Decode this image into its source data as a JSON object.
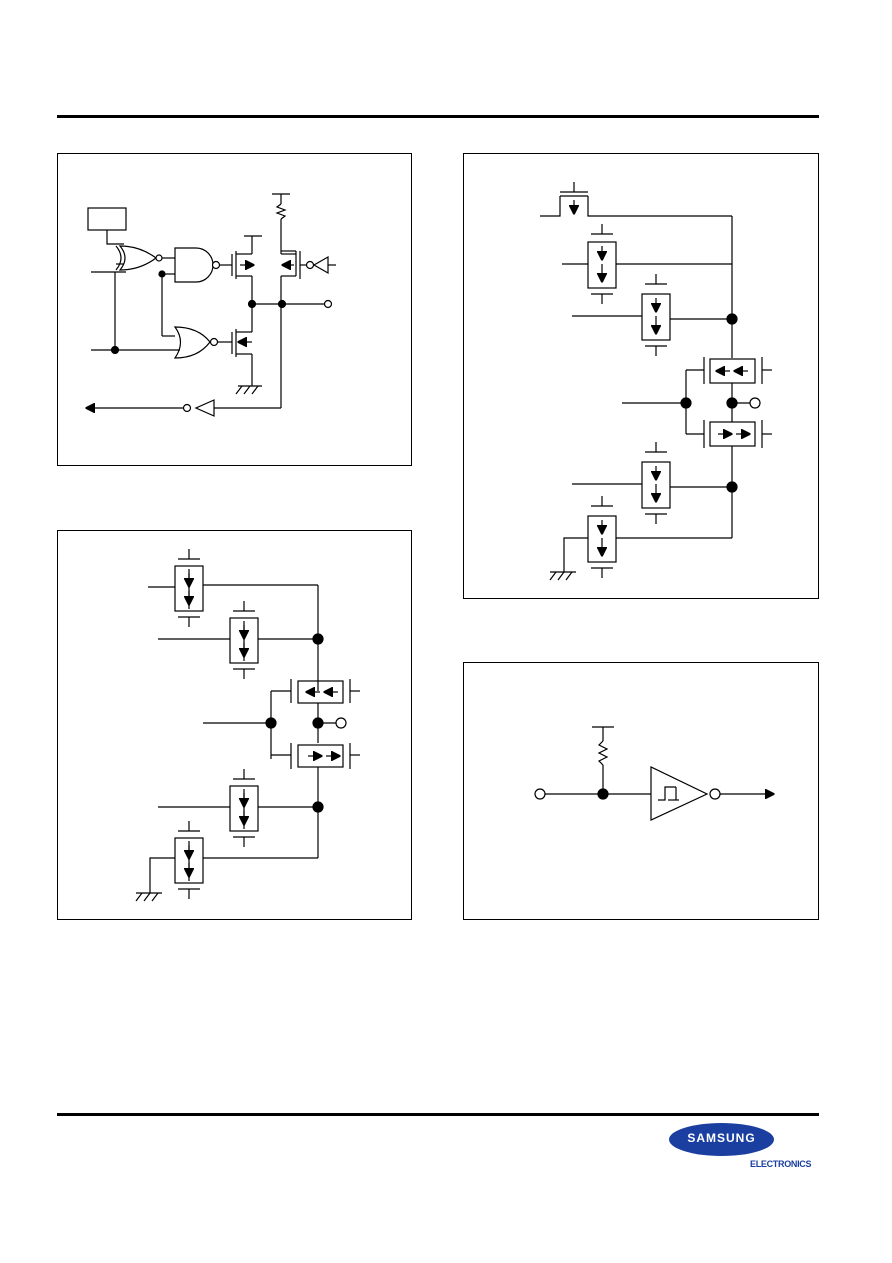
{
  "header": {
    "rule": ""
  },
  "footer": {
    "logo_text": "SAMSUNG",
    "logo_subtext": "ELECTRONICS"
  },
  "panels": [
    {
      "id": "top-left-circuit"
    },
    {
      "id": "bottom-left-circuit"
    },
    {
      "id": "top-right-circuit"
    },
    {
      "id": "bottom-right-circuit"
    }
  ],
  "colors": {
    "brand": "#1b3fa0",
    "line": "#000000"
  }
}
